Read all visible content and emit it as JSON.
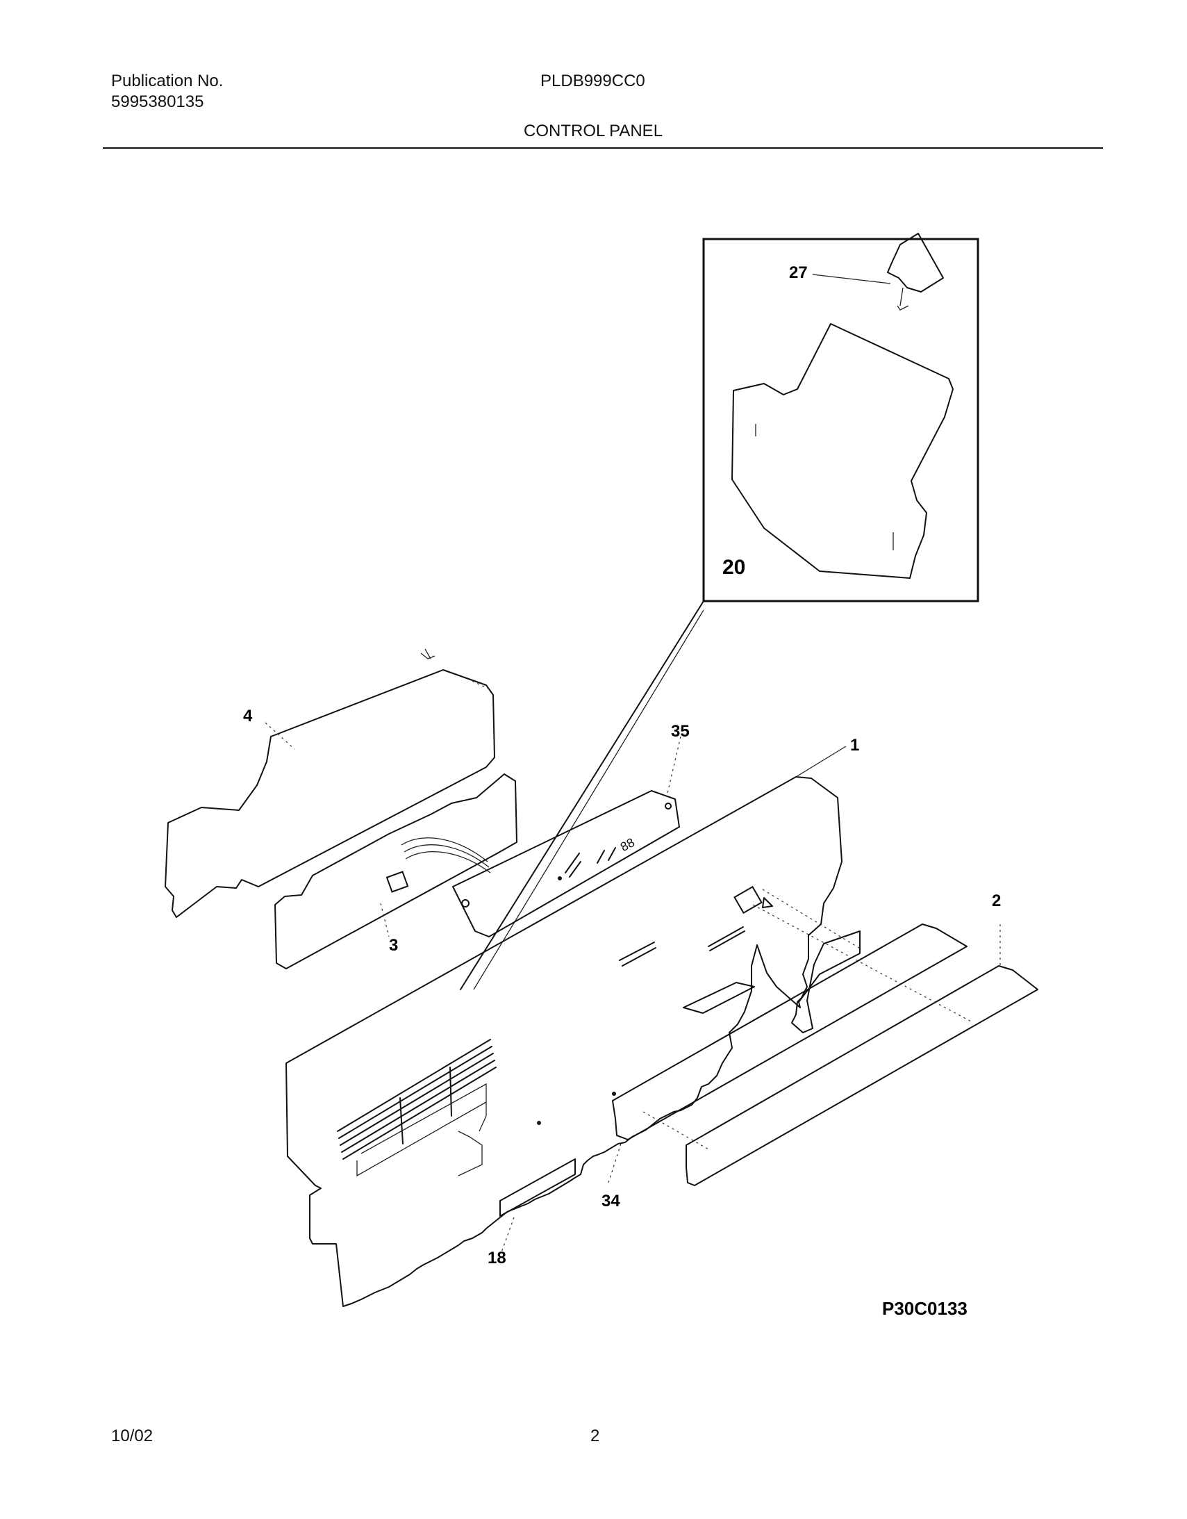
{
  "header": {
    "publication_label": "Publication No.",
    "publication_number": "5995380135",
    "model": "PLDB999CC0",
    "section_title": "CONTROL PANEL"
  },
  "diagram": {
    "callouts": {
      "c1": "1",
      "c2": "2",
      "c3": "3",
      "c4": "4",
      "c18": "18",
      "c20": "20",
      "c27": "27",
      "c34": "34",
      "c35": "35"
    },
    "panel_digits": "88",
    "diagram_id": "P30C0133"
  },
  "footer": {
    "date": "10/02",
    "page_number": "2"
  }
}
